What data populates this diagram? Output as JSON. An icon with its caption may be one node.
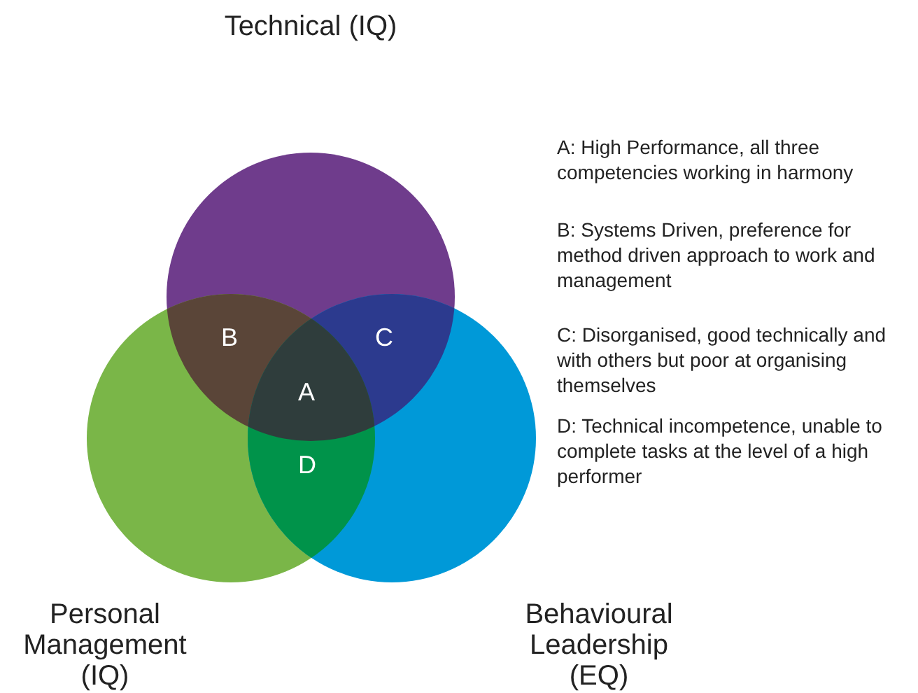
{
  "diagram": {
    "nodes": [
      {
        "text": [
          "Technical (IQ)"
        ]
      },
      {
        "text": [
          "Personal Management (IQ)"
        ]
      },
      {
        "text": [
          "Behavioural Leadership (EQ)"
        ]
      }
    ],
    "labels": [
      "B",
      "C",
      "A",
      "D",
      "A: High Performance, all three competencies working in harmony",
      "B: Systems Driven, preference for method driven approach to work and management",
      "C: Disorganised, good technically and with others but poor at organising themselves",
      "D: Technical incompetence, unable to complete tasks at the level of a high performer"
    ]
  }
}
